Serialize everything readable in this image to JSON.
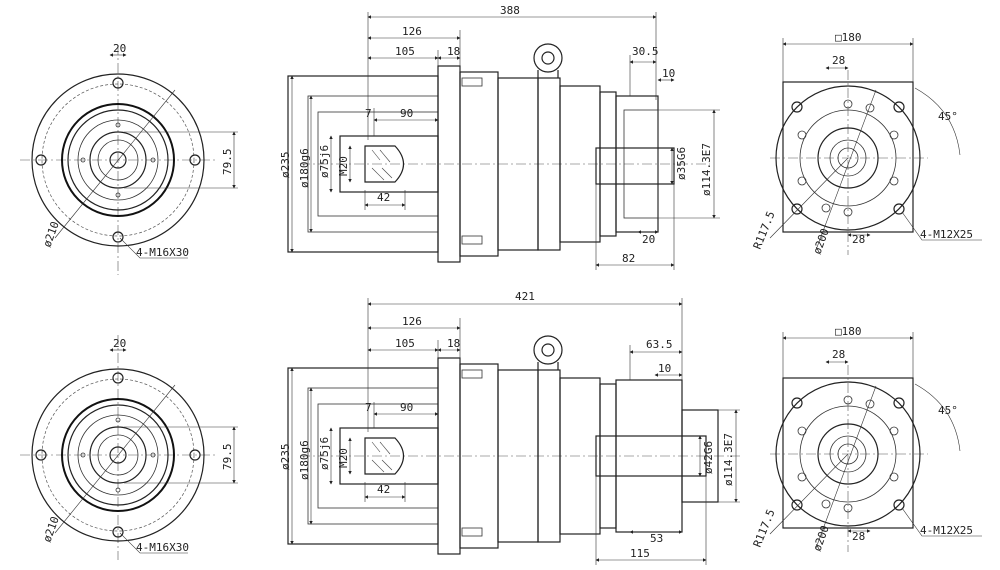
{
  "views": [
    {
      "front": {
        "d20": "20",
        "d79_5": "79.5",
        "d210": "ø210",
        "holes": "4-M16X30"
      },
      "side": {
        "overall": "388",
        "d126": "126",
        "d105": "105",
        "d18": "18",
        "d90": "90",
        "d7": "7",
        "d42": "42",
        "d235": "ø235",
        "d180": "ø180g6",
        "d75": "ø75j6",
        "m20": "M20",
        "d30_5": "30.5",
        "d10": "10",
        "d35": "ø35G6",
        "d114": "ø114.3E7",
        "d20b": "20",
        "d82": "82"
      },
      "rear": {
        "sq": "□180",
        "d28a": "28",
        "ang": "45°",
        "r117": "R117.5",
        "d200": "ø200",
        "d28b": "28",
        "holes": "4-M12X25"
      }
    },
    {
      "front": {
        "d20": "20",
        "d79_5": "79.5",
        "d210": "ø210",
        "holes": "4-M16X30"
      },
      "side": {
        "overall": "421",
        "d126": "126",
        "d105": "105",
        "d18": "18",
        "d90": "90",
        "d7": "7",
        "d42": "42",
        "d235": "ø235",
        "d180": "ø180g6",
        "d75": "ø75j6",
        "m20": "M20",
        "d30_5": "63.5",
        "d10": "10",
        "d35": "ø42G6",
        "d114": "ø114.3E7",
        "d20b": "53",
        "d82": "115"
      },
      "rear": {
        "sq": "□180",
        "d28a": "28",
        "ang": "45°",
        "r117": "R117.5",
        "d200": "ø200",
        "d28b": "28",
        "holes": "4-M12X25"
      }
    }
  ]
}
